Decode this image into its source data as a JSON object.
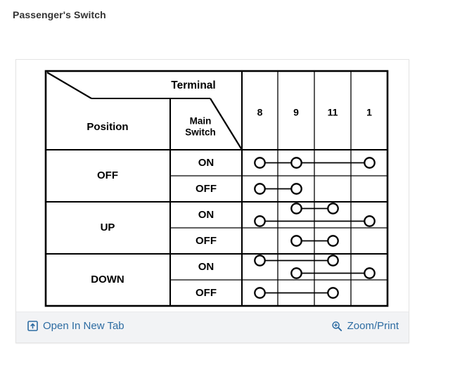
{
  "page": {
    "title": "Passenger's Switch"
  },
  "table": {
    "corner": {
      "terminal_label": "Terminal",
      "position_label": "Position",
      "main_switch_label": "Main\nSwitch",
      "main_switch_line1": "Main",
      "main_switch_line2": "Switch"
    },
    "terminal_columns": [
      "8",
      "9",
      "11",
      "1"
    ],
    "groups": [
      {
        "position": "OFF",
        "rows": [
          {
            "main_switch": "ON",
            "connections": [
              {
                "terminals": [
                  "8",
                  "9",
                  "1"
                ],
                "level": "center"
              }
            ]
          },
          {
            "main_switch": "OFF",
            "connections": [
              {
                "terminals": [
                  "8",
                  "9"
                ],
                "level": "center"
              }
            ]
          }
        ]
      },
      {
        "position": "UP",
        "rows": [
          {
            "main_switch": "ON",
            "connections": [
              {
                "terminals": [
                  "9",
                  "11"
                ],
                "level": "upper"
              },
              {
                "terminals": [
                  "8",
                  "1"
                ],
                "level": "lower"
              }
            ]
          },
          {
            "main_switch": "OFF",
            "connections": [
              {
                "terminals": [
                  "9",
                  "11"
                ],
                "level": "center"
              }
            ]
          }
        ]
      },
      {
        "position": "DOWN",
        "rows": [
          {
            "main_switch": "ON",
            "connections": [
              {
                "terminals": [
                  "8",
                  "11"
                ],
                "level": "upper"
              },
              {
                "terminals": [
                  "9",
                  "1"
                ],
                "level": "lower"
              }
            ]
          },
          {
            "main_switch": "OFF",
            "connections": [
              {
                "terminals": [
                  "8",
                  "11"
                ],
                "level": "center"
              }
            ]
          }
        ]
      }
    ]
  },
  "footer": {
    "open_in_new_tab": {
      "label": "Open In New Tab",
      "icon": "external-link-icon"
    },
    "zoom_print": {
      "label": "Zoom/Print",
      "icon": "magnifier-plus-icon"
    }
  },
  "colors": {
    "link": "#2d6ca2",
    "title": "#333333",
    "footer_bg": "#f2f3f5",
    "card_border": "#e4e4e4",
    "line": "#000000"
  }
}
